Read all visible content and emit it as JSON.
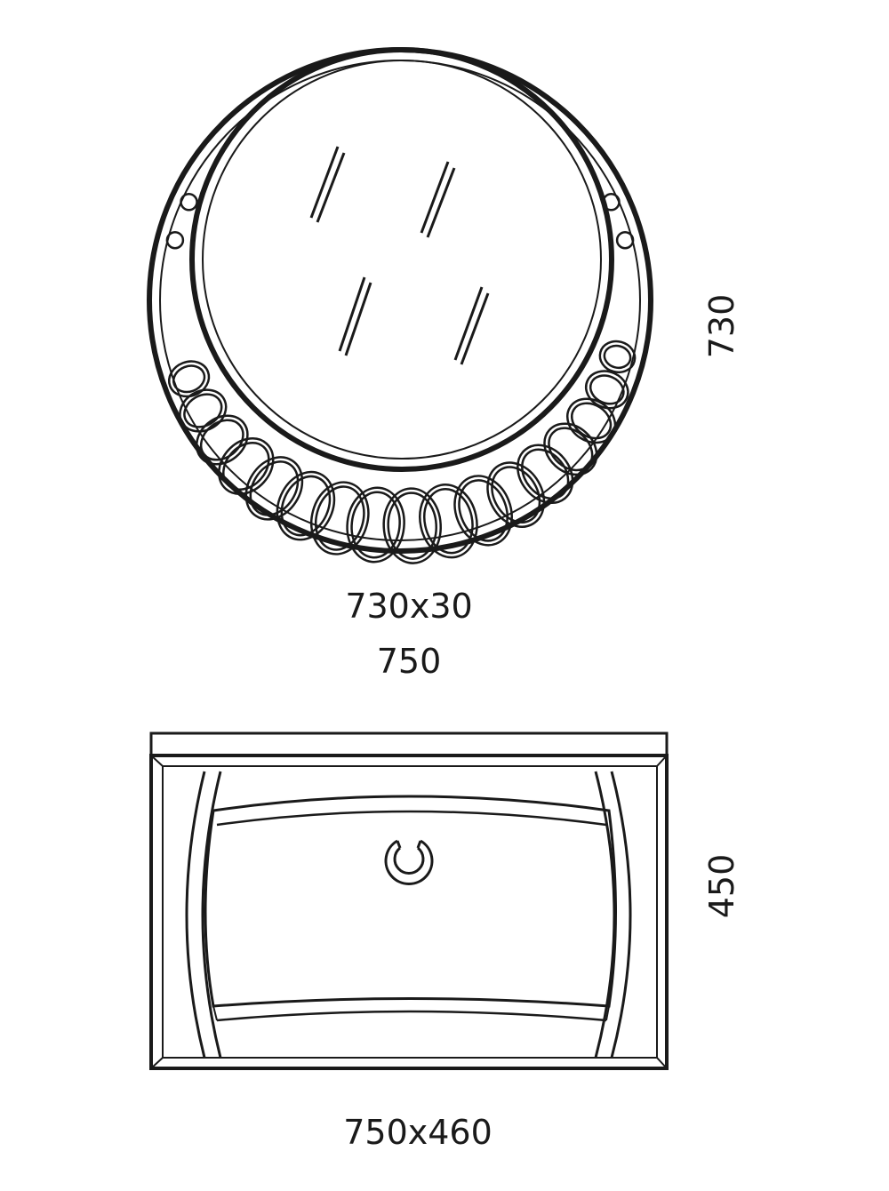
{
  "mirror": {
    "size_label": "730x30",
    "height_label": "730"
  },
  "cabinet": {
    "width_label": "750",
    "size_label": "750x460",
    "height_label": "450"
  }
}
